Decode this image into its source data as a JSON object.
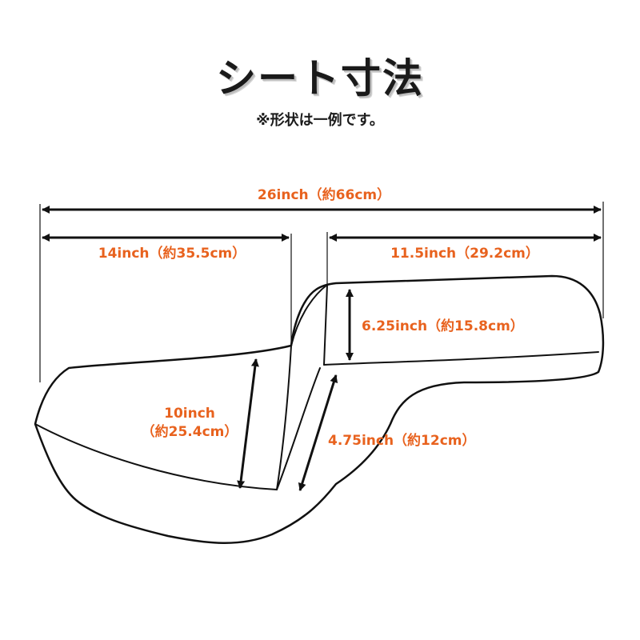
{
  "title": "シート寸法",
  "subtitle": "※形状は一例です。",
  "colors": {
    "accent": "#e8621e",
    "line": "#111111"
  },
  "dimensions": {
    "total_length": "26inch（約66cm）",
    "front_length": "14inch（約35.5cm）",
    "rear_length": "11.5inch（29.2cm）",
    "rear_height": "6.25inch（約15.8cm）",
    "front_width_line1": "10inch",
    "front_width_line2": "（約25.4cm）",
    "rear_width": "4.75inch（約12cm）"
  }
}
